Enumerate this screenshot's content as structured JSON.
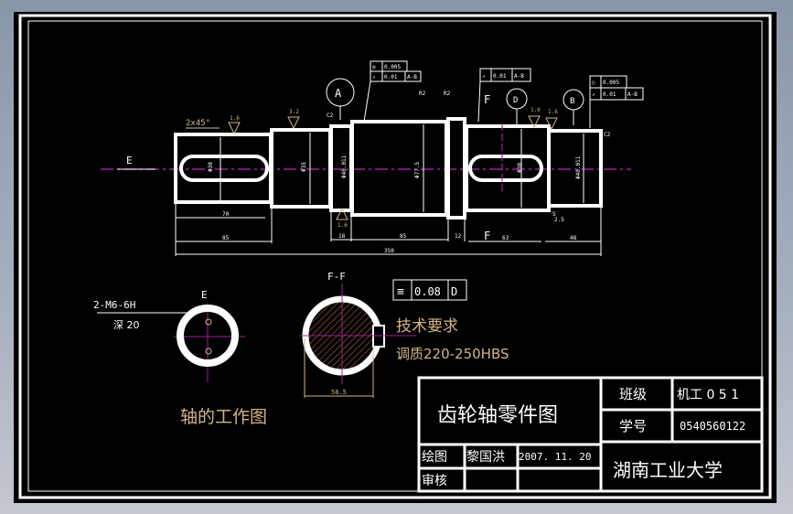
{
  "drawing": {
    "title": "齿轮轴零件图",
    "caption": "轴的工作图",
    "colors": {
      "background": "#000000",
      "outline": "#ffffff",
      "centerline": "#a020a0",
      "annotation": "#d4b383",
      "hatch": "#e07030",
      "frame_bg": "#8a97aa"
    }
  },
  "main_view": {
    "section_marks": {
      "left": "E",
      "top_f": "F",
      "bottom_f": "F"
    },
    "chamfer": "2x45°",
    "datums": [
      "A",
      "D",
      "B"
    ],
    "roughness": [
      "1.6",
      "3.2",
      "1.6",
      "1.6",
      "1.6",
      "1.6"
    ],
    "tolerance_frames": [
      {
        "rows": [
          [
            "◎",
            "0.005",
            ""
          ],
          [
            "↗",
            "0.01",
            "A-B"
          ]
        ]
      },
      {
        "rows": [
          [
            "↗",
            "0.01",
            "A-B"
          ]
        ]
      },
      {
        "rows": [
          [
            "○",
            "0.005",
            ""
          ],
          [
            "↗",
            "0.01",
            "A-B"
          ]
        ]
      }
    ],
    "small_labels": [
      "R2",
      "R2",
      "C2",
      "C2"
    ],
    "dimensions": {
      "d70": "70",
      "d85": "85",
      "d18": "18",
      "d12": "12",
      "d63": "63",
      "d48": "48",
      "d350": "350",
      "d5": "5",
      "d2_5": "2.5"
    }
  },
  "section_e": {
    "label": "E",
    "thread_note": "2-M6-6H",
    "depth_note": "深 20"
  },
  "section_ff": {
    "label": "F-F",
    "flatness_frame": {
      "symbol": "≡",
      "value": "0.08",
      "datum": "D"
    },
    "diameter": "58.5"
  },
  "tech_req": {
    "heading": "技术要求",
    "line1": "调质220-250HBS"
  },
  "title_block": {
    "part_name": "齿轮轴零件图",
    "class_label": "班级",
    "class_value": "机工 0 5 1",
    "student_id_label": "学号",
    "student_id_value": "0540560122",
    "drawn_label": "绘图",
    "drawn_name": "黎国洪",
    "drawn_date": "2007. 11. 20",
    "check_label": "审核",
    "school": "湖南工业大学"
  }
}
